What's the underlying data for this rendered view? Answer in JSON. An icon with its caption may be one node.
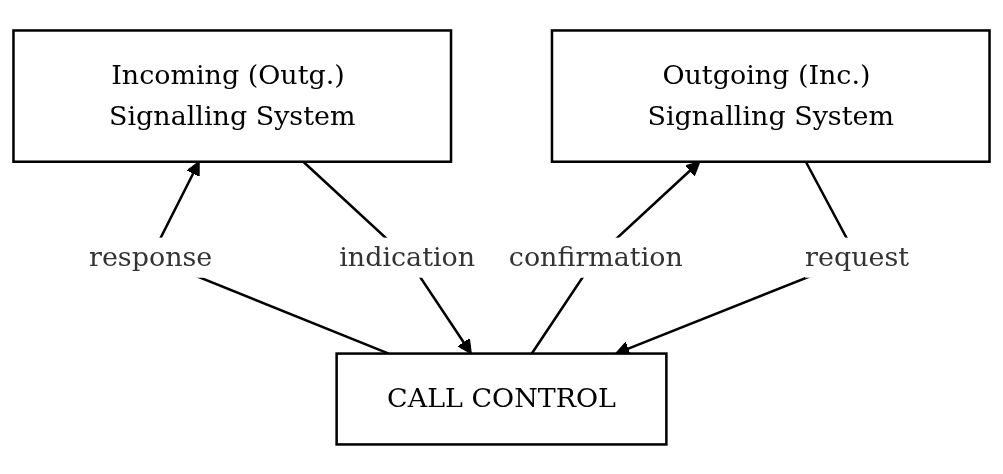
{
  "diagram": {
    "nodes": [
      {
        "text": [
          "CALL CONTROL"
        ]
      },
      {
        "text": [
          "Incoming (Outg.) Signalling System"
        ]
      },
      {
        "text": [
          "Outgoing (Inc.) Signalling System"
        ]
      }
    ],
    "edges": [
      {
        "from": 1,
        "to": 0,
        "arrow": "to",
        "label": "indication"
      },
      {
        "from": 0,
        "to": 1,
        "arrow": "to",
        "label": "response"
      },
      {
        "from": 2,
        "to": 0,
        "arrow": "to",
        "label": "request"
      },
      {
        "from": 0,
        "to": 2,
        "arrow": "to",
        "label": "confirmation"
      }
    ]
  }
}
